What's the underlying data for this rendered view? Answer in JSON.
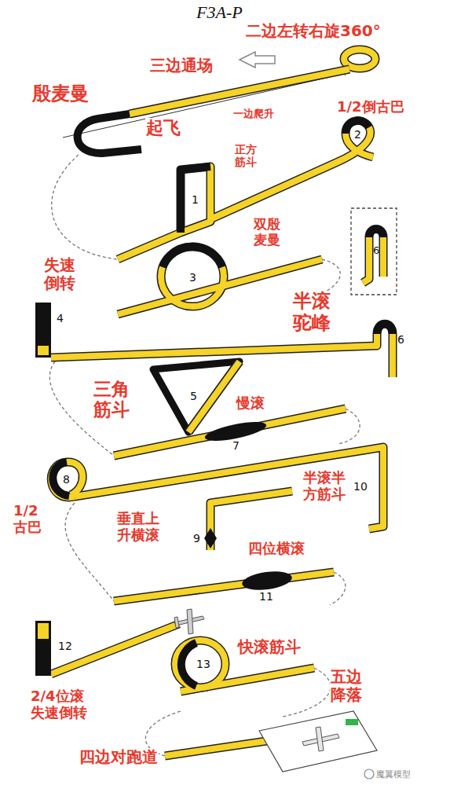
{
  "diagram": {
    "title": "F3A-P",
    "labels": [
      "二边左转右旋360°",
      "三边通场",
      "殷麦曼",
      "起飞",
      "一边爬升",
      "1/2倒古巴",
      "正方 筋斗",
      "双殷 麦曼",
      "失速 倒转",
      "半滚 驼峰",
      "三角 筋斗",
      "慢滚",
      "1/2 古巴",
      "垂直上 升横滚",
      "半滚半 方筋斗",
      "四位横滚",
      "快滚筋斗",
      "2/4位滚 失速倒转",
      "五边 降落",
      "四边对跑道",
      "1",
      "2",
      "3",
      "4",
      "6",
      "5",
      "6",
      "7",
      "8",
      "9",
      "10",
      "11",
      "12",
      "13",
      "魔翼模型"
    ]
  }
}
